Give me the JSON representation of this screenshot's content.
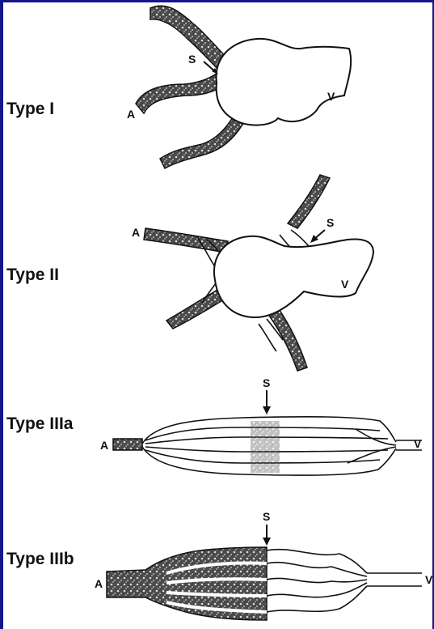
{
  "diagram": {
    "types": [
      {
        "label": "Type I"
      },
      {
        "label": "Type II"
      },
      {
        "label": "Type IIIa"
      },
      {
        "label": "Type IIIb"
      }
    ],
    "point_labels": {
      "shunt": "S",
      "artery": "A",
      "vein": "V"
    }
  }
}
